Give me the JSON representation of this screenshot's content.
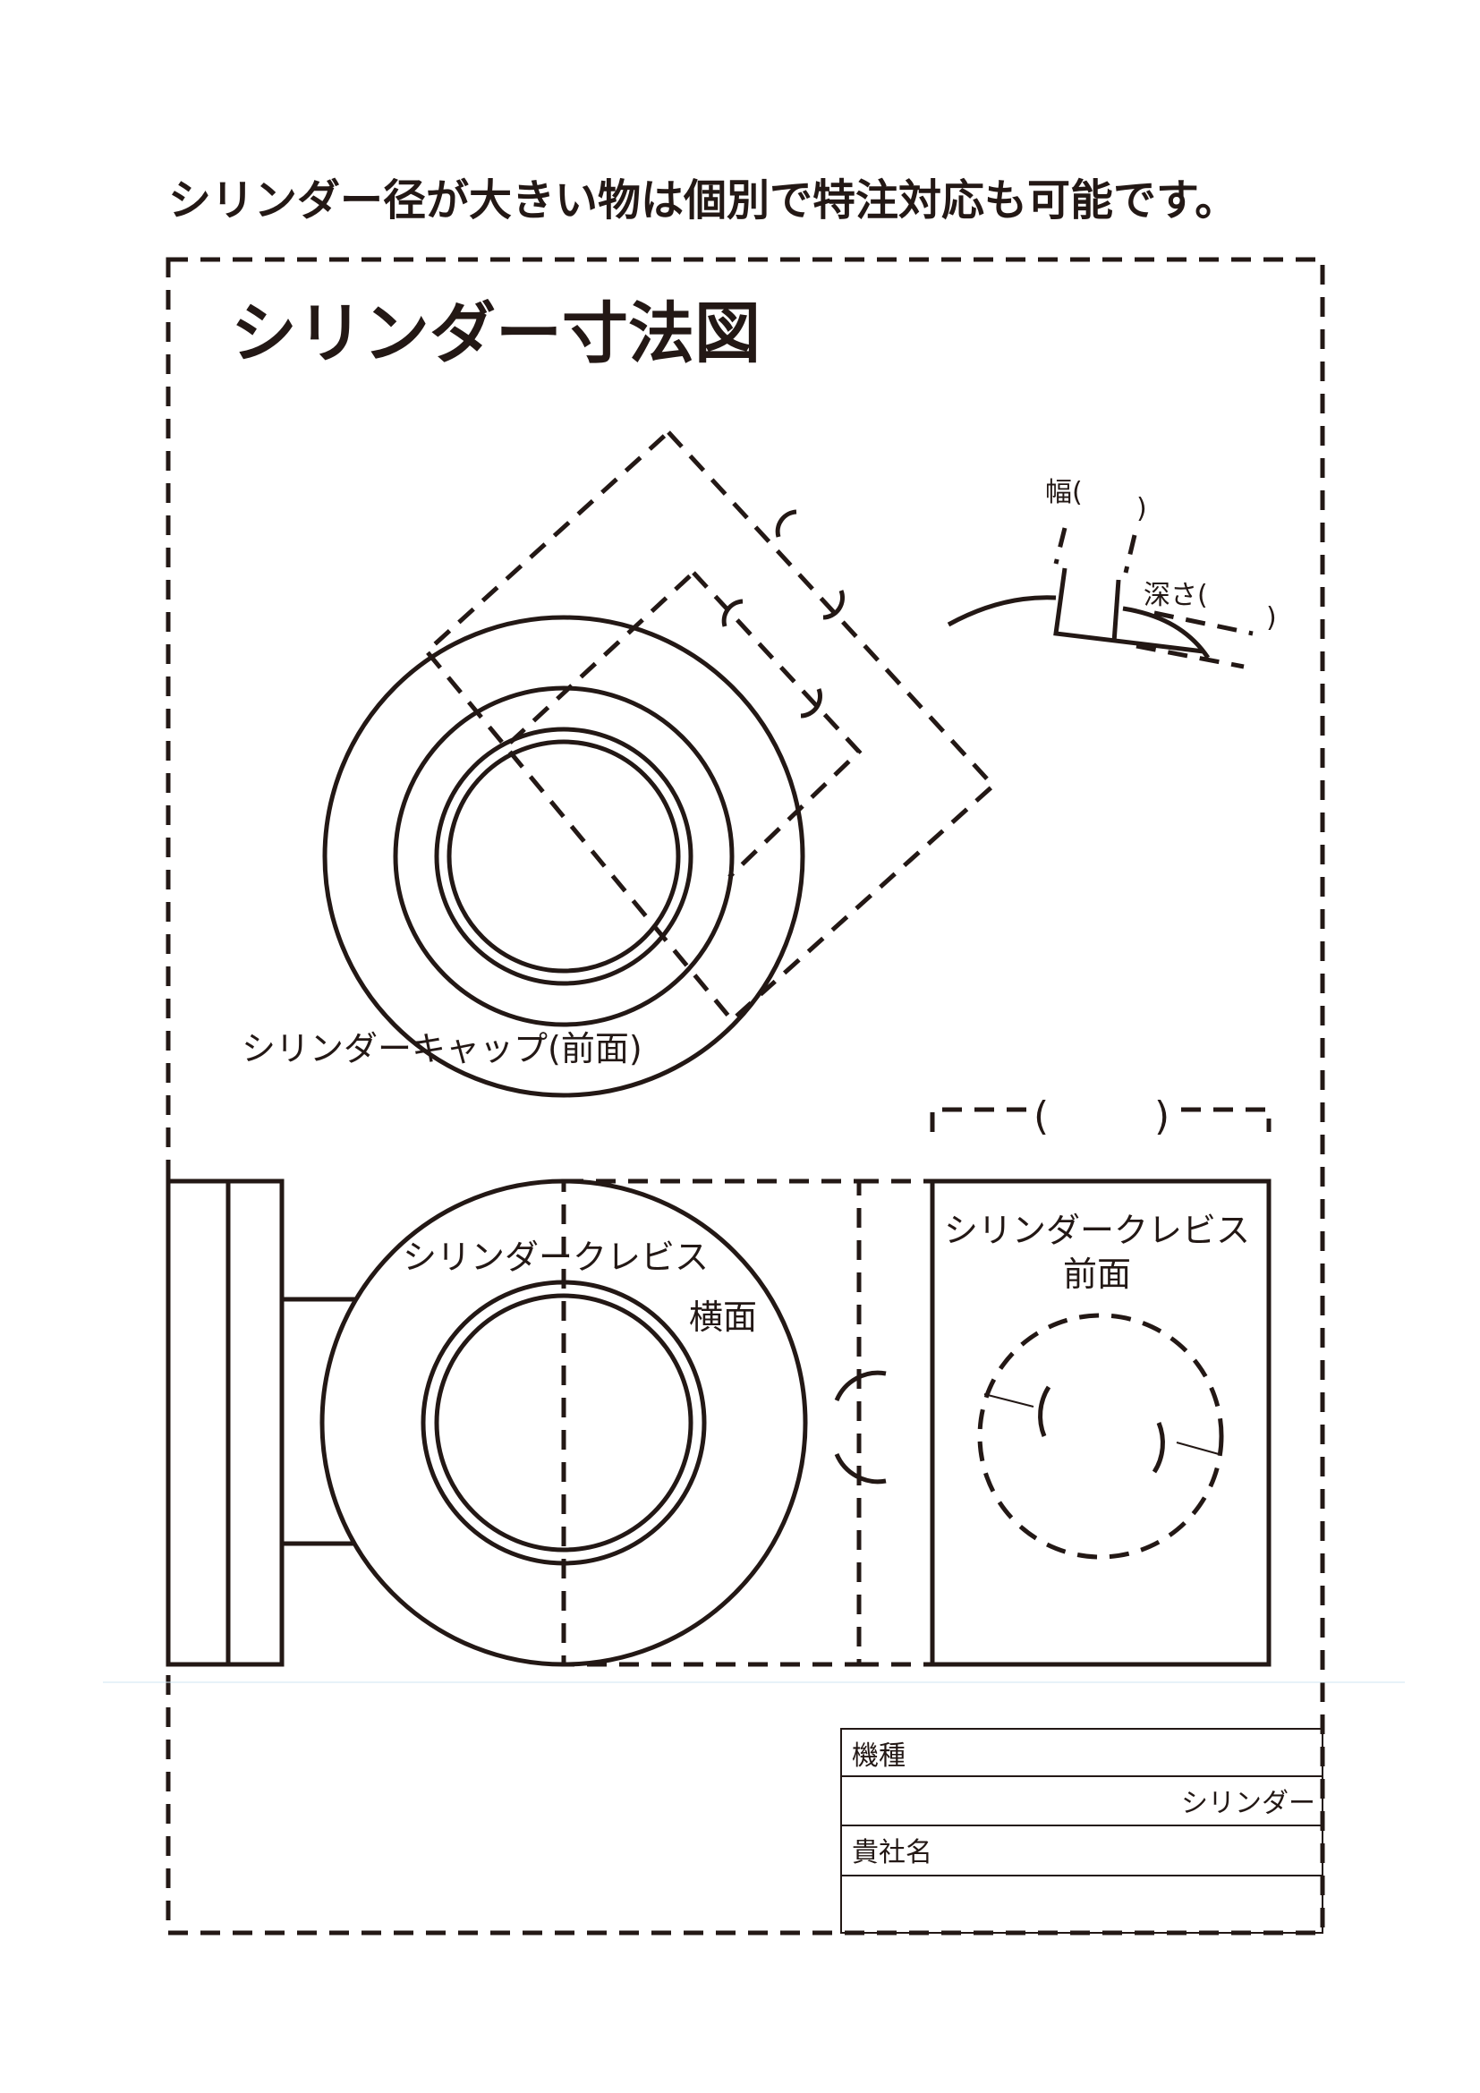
{
  "header": {
    "notice": "シリンダー径が大きい物は個別で特注対応も可能です。"
  },
  "title": "シリンダー寸法図",
  "cap": {
    "label": "シリンダーキャップ(前面)"
  },
  "groove_detail": {
    "width_label": "幅(",
    "width_close": ")",
    "depth_label": "深さ(",
    "depth_close": ")"
  },
  "clevis_side": {
    "label_line1": "シリンダークレビス",
    "label_line2": "横面"
  },
  "clevis_front": {
    "label_line1": "シリンダークレビス",
    "label_line2": "前面",
    "open_paren": "(",
    "close_paren": ")"
  },
  "title_block": {
    "model_label": "機種",
    "model_value": "シリンダー",
    "company_label": "貴社名",
    "company_value": ""
  }
}
